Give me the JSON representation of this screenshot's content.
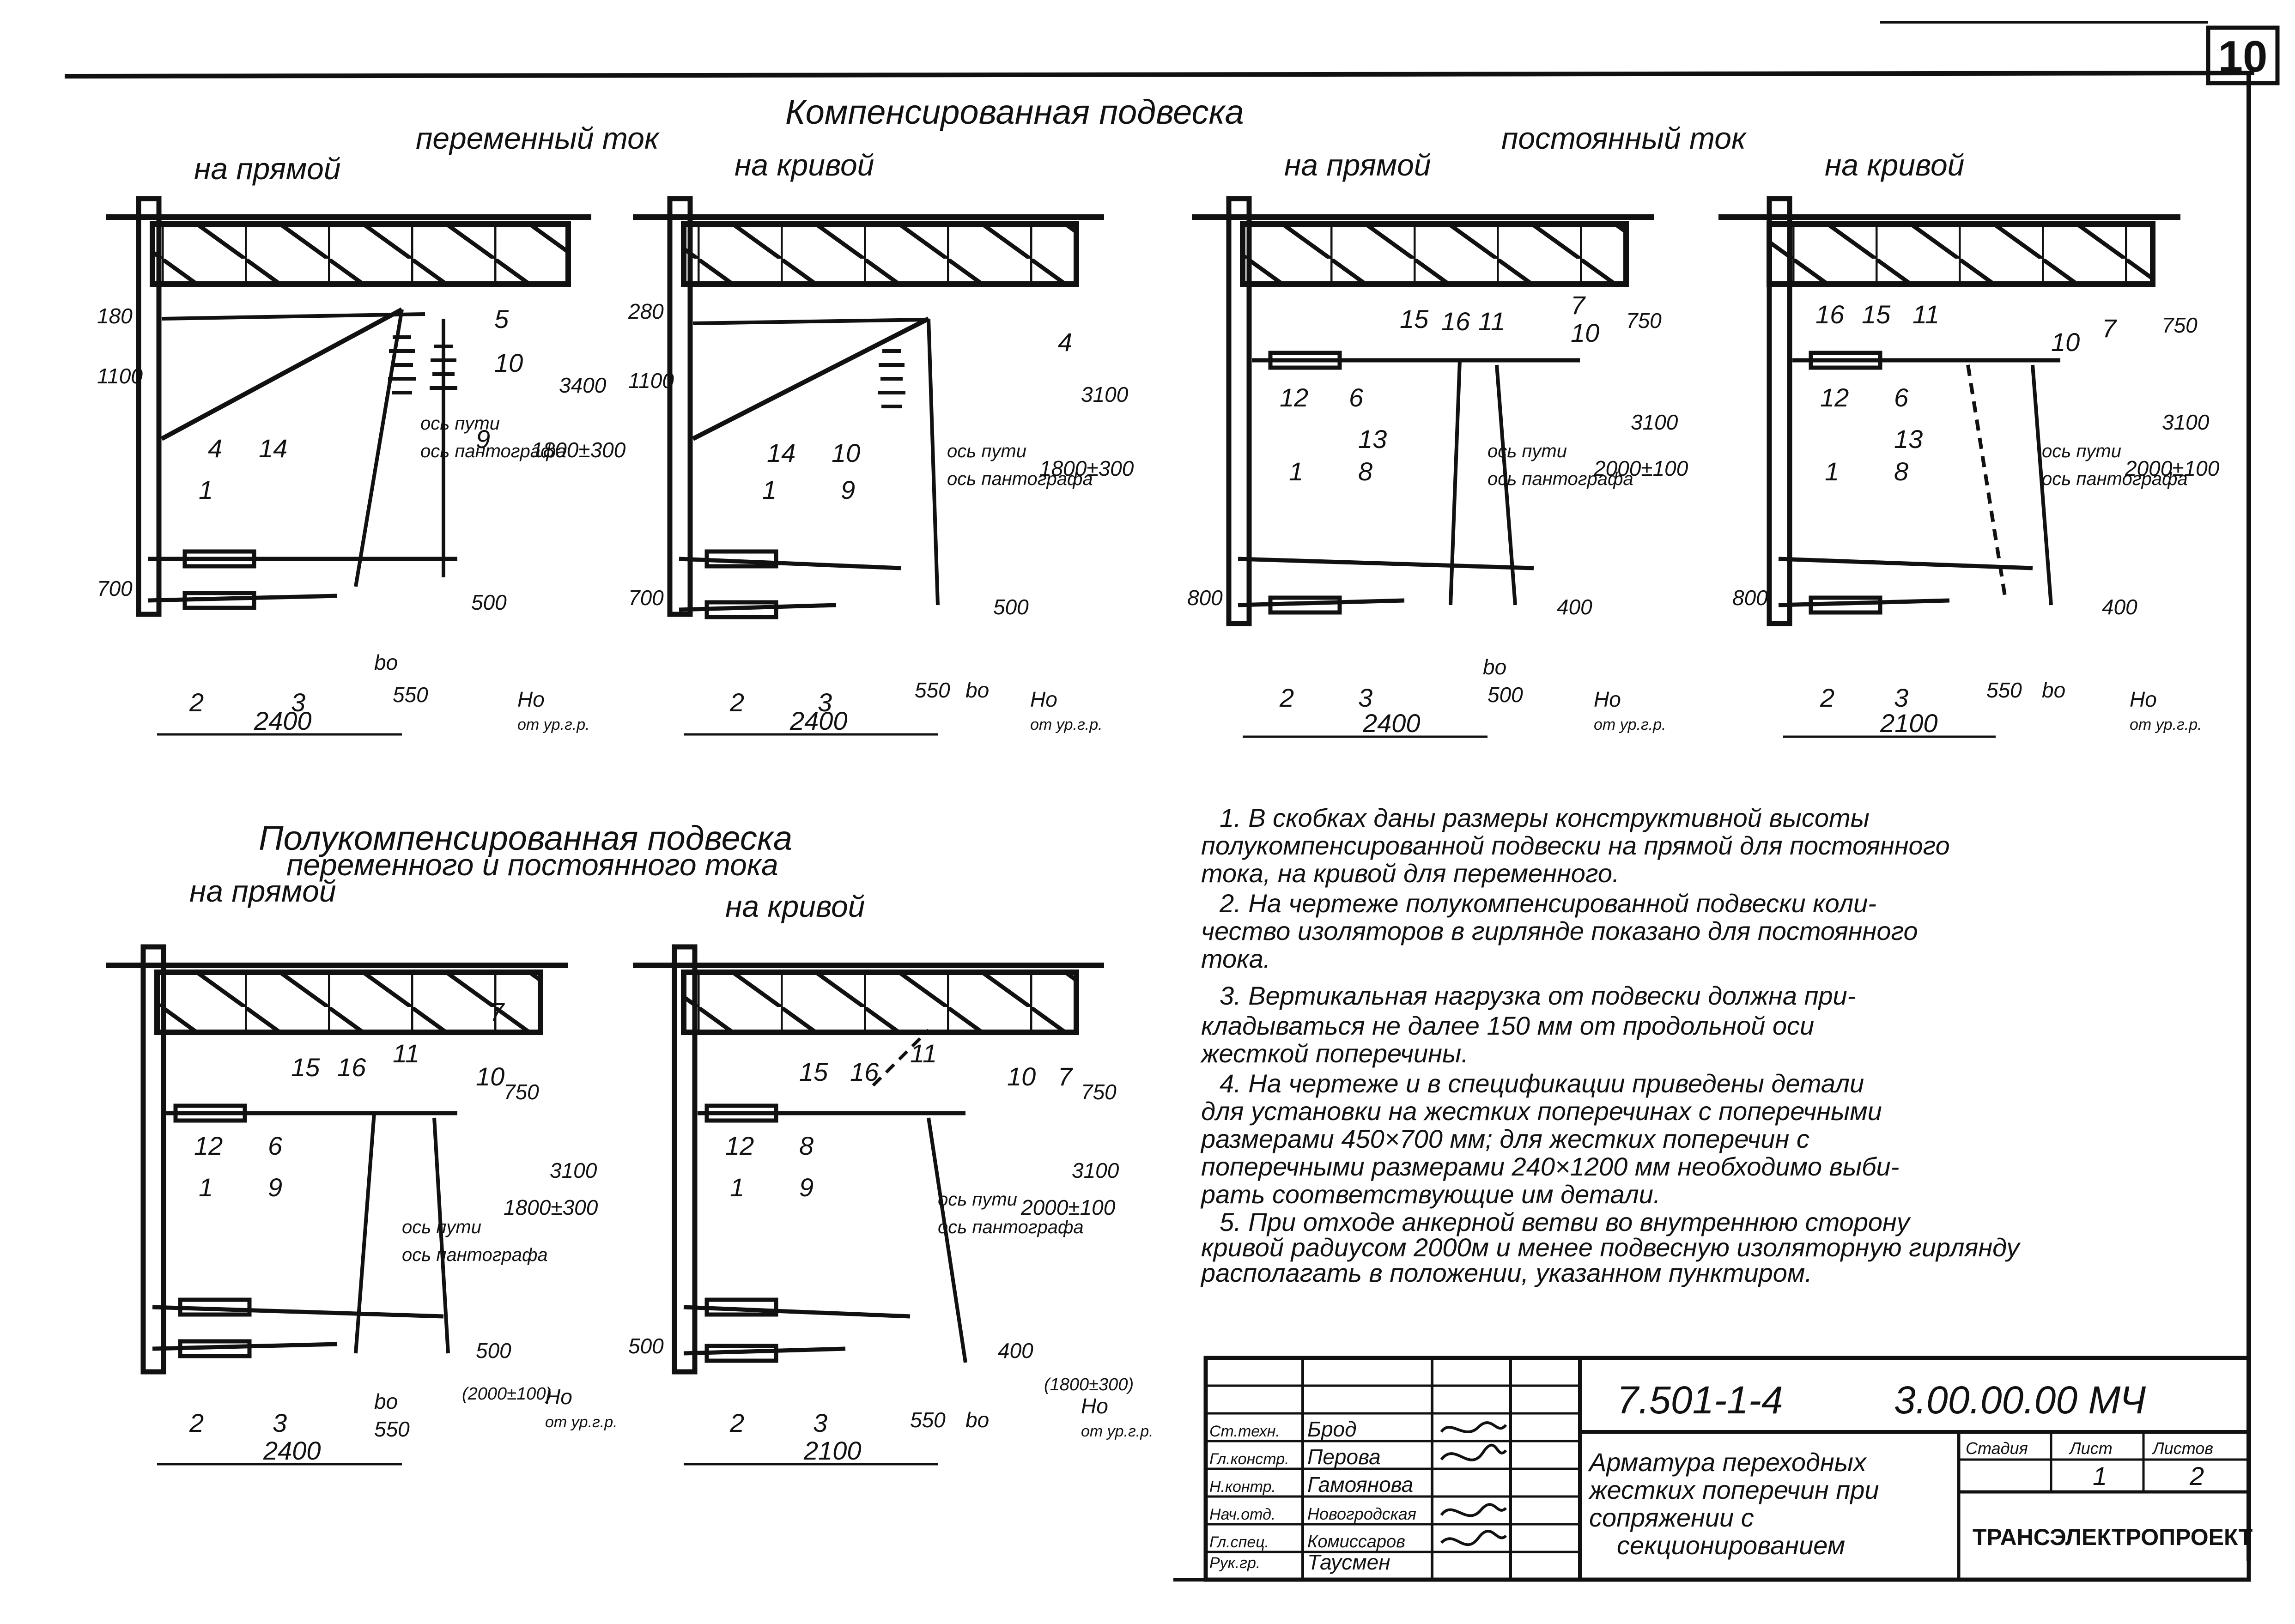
{
  "sheet_number": "10",
  "headers": {
    "comp": "Компенсированная подвеска",
    "ac": "переменный ток",
    "dc": "постоянный ток",
    "semi_1": "Полукомпенсированная подвеска",
    "semi_2": "переменного и постоянного тока",
    "straight": "на прямой",
    "curve": "на кривой"
  },
  "panels": {
    "p1": {
      "labels": [
        "1",
        "2",
        "3",
        "4",
        "14",
        "5",
        "10",
        "9"
      ],
      "dims": {
        "d1": "180",
        "d2": "1100",
        "d3": "700",
        "d4": "2400",
        "d5": "550",
        "d6": "500",
        "d7": "1800±300",
        "d8": "3400",
        "d9": "Но",
        "d10": "от ур.г.р.",
        "d11": "bo"
      },
      "axes": {
        "a1": "ось пути",
        "a2": "ось пантографа"
      }
    },
    "p2": {
      "labels": [
        "4",
        "14",
        "10",
        "1",
        "9",
        "2",
        "3"
      ],
      "dims": {
        "d1": "280",
        "d2": "1100",
        "d3": "700",
        "d4": "2400",
        "d5": "550",
        "d6": "500",
        "d7": "1800±300",
        "d8": "3100",
        "d9": "Но",
        "d10": "от ур.г.р.",
        "d11": "bo"
      },
      "axes": {
        "a1": "ось пути",
        "a2": "ось пантографа"
      }
    },
    "p3": {
      "labels": [
        "15",
        "16",
        "11",
        "7",
        "10",
        "12",
        "6",
        "13",
        "8",
        "1",
        "2",
        "3"
      ],
      "dims": {
        "d1": "750",
        "d2": "800",
        "d3": "2400",
        "d4": "500",
        "d5": "400",
        "d6": "2000±100",
        "d7": "3100",
        "d8": "Но",
        "d9": "от ур.г.р.",
        "d10": "bo"
      },
      "axes": {
        "a1": "ось пути",
        "a2": "ось пантографа"
      }
    },
    "p4": {
      "labels": [
        "16",
        "15",
        "11",
        "7",
        "10",
        "12",
        "6",
        "13",
        "8",
        "1",
        "2",
        "3"
      ],
      "dims": {
        "d1": "750",
        "d2": "800",
        "d3": "2100",
        "d4": "550",
        "d5": "400",
        "d6": "2000±100",
        "d7": "3100",
        "d8": "Но",
        "d9": "от ур.г.р.",
        "d10": "bo"
      },
      "axes": {
        "a1": "ось пути",
        "a2": "ось пантографа"
      }
    },
    "p5": {
      "labels": [
        "15",
        "16",
        "11",
        "7",
        "10",
        "12",
        "6",
        "1",
        "9",
        "2",
        "3"
      ],
      "dims": {
        "d1": "750",
        "d2": "500",
        "d3": "2400",
        "d4": "550",
        "d5": "1800±300",
        "d6": "3100",
        "d7": "(2000±100)",
        "d8": "Но",
        "d9": "от ур.г.р.",
        "d10": "bo"
      },
      "axes": {
        "a1": "ось пути",
        "a2": "ось пантографа"
      }
    },
    "p6": {
      "labels": [
        "15",
        "16",
        "11",
        "10",
        "7",
        "12",
        "8",
        "1",
        "9",
        "2",
        "3"
      ],
      "dims": {
        "d1": "750",
        "d2": "500",
        "d3": "2100",
        "d4": "550",
        "d5": "400",
        "d6": "2000±100",
        "d7": "3100",
        "d8": "(1800±300)",
        "d9": "Но",
        "d10": "от ур.г.р.",
        "d11": "bo"
      },
      "axes": {
        "a1": "ось пути",
        "a2": "ось пантографа"
      }
    }
  },
  "notes": [
    "1. В скобках даны размеры конструктивной высоты",
    "полукомпенсированной подвески на прямой для постоянного",
    "тока, на кривой для переменного.",
    "2. На чертеже полукомпенсированной подвески коли-",
    "чество изоляторов в гирлянде показано для постоянного",
    "тока.",
    "3. Вертикальная нагрузка от подвески должна при-",
    "кладываться не далее 150 мм от продольной оси",
    "жесткой поперечины.",
    "4. На чертеже и в спецификации приведены детали",
    "для установки на жестких поперечинах с поперечными",
    "размерами 450×700 мм; для жестких поперечин с",
    "поперечными размерами 240×1200 мм необходимо выби-",
    "рать соответствующие им детали.",
    "5. При отходе анкерной ветви во внутреннюю сторону",
    "кривой радиусом 2000м и менее подвесную изоляторную гирлянду",
    "располагать в положении, указанном пунктиром."
  ],
  "title_block": {
    "doc_number": "7.501-1-4",
    "code": "3.00.00.00 МЧ",
    "title_lines": [
      "Арматура переходных",
      "жестких поперечин при",
      "сопряжении с",
      "секционированием"
    ],
    "roles": [
      "Гл.констр.",
      "Н.контр.",
      "Нач.отд.",
      "Гл.спец.",
      "Рук.гр.",
      "Ст.техн."
    ],
    "names": [
      "Брод",
      "Перова",
      "Гамоянова",
      "Новогродская",
      "Комиссаров",
      "Таусмен"
    ],
    "stage_label": "Стадия",
    "sheet_label": "Лист",
    "sheets_label": "Листов",
    "sheet": "1",
    "sheets": "2",
    "org": "ТРАНСЭЛЕКТРОПРОЕКТ"
  }
}
